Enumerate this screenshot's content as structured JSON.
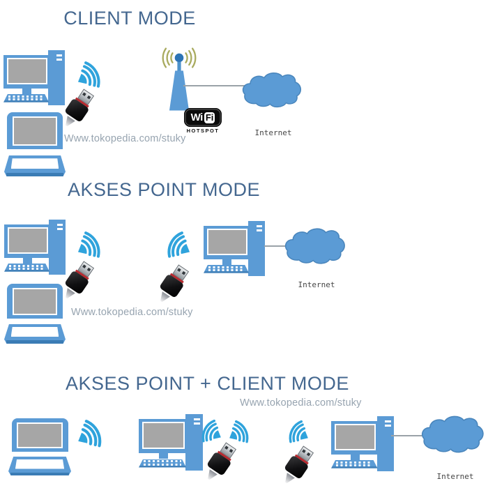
{
  "diagram": {
    "sections": {
      "client_mode": {
        "title": "CLIENT MODE",
        "watermark": "Www.tokopedia.com/stuky",
        "internet_label": "Internet",
        "hotspot_logo": {
          "wi": "Wi",
          "fi": "Fi",
          "caption": "HOTSPOT"
        }
      },
      "akses_point_mode": {
        "title": "AKSES POINT MODE",
        "watermark": "Www.tokopedia.com/stuky",
        "internet_label": "Internet"
      },
      "akses_point_client_mode": {
        "title": "AKSES POINT + CLIENT MODE",
        "watermark": "Www.tokopedia.com/stuky",
        "internet_label": "Internet"
      }
    },
    "colors": {
      "device_blue": "#5b9bd5",
      "device_blue_dark": "#3b7cb5",
      "screen_gray": "#a6a6a6",
      "wifi_signal_blue": "#2fa3dc",
      "title_blue": "#44678f",
      "watermark_gray": "#97a4b0",
      "antenna_arc_olive": "#a9ab5f",
      "cloud_fill_blue": "#5b9bd5",
      "cloud_border_blue": "#4a86bc",
      "internet_label_color": "#454545"
    }
  }
}
